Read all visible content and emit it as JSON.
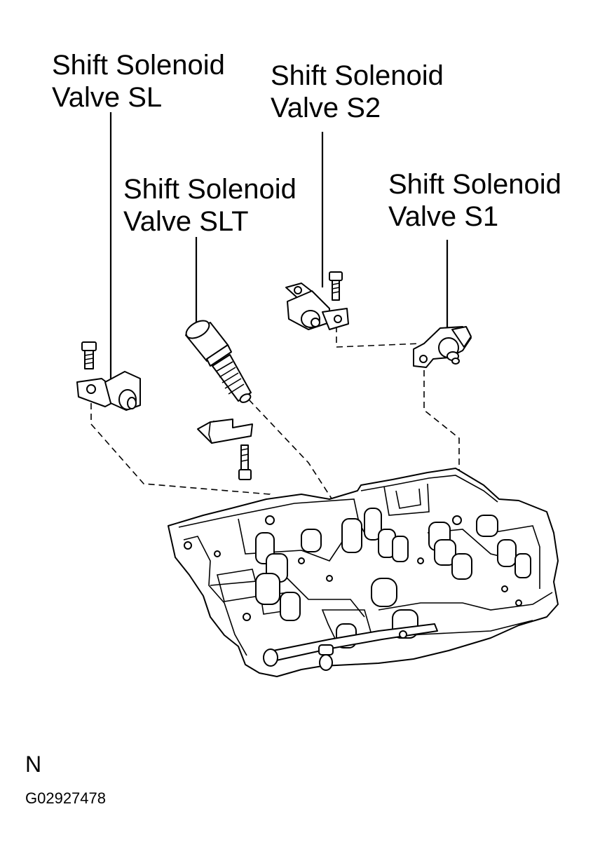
{
  "labels": {
    "sl": {
      "line1": "Shift Solenoid",
      "line2": "Valve SL"
    },
    "s2": {
      "line1": "Shift Solenoid",
      "line2": "Valve S2"
    },
    "slt": {
      "line1": "Shift Solenoid",
      "line2": "Valve SLT"
    },
    "s1": {
      "line1": "Shift Solenoid",
      "line2": "Valve S1"
    }
  },
  "footer": {
    "mark": "N",
    "code": "G02927478"
  }
}
